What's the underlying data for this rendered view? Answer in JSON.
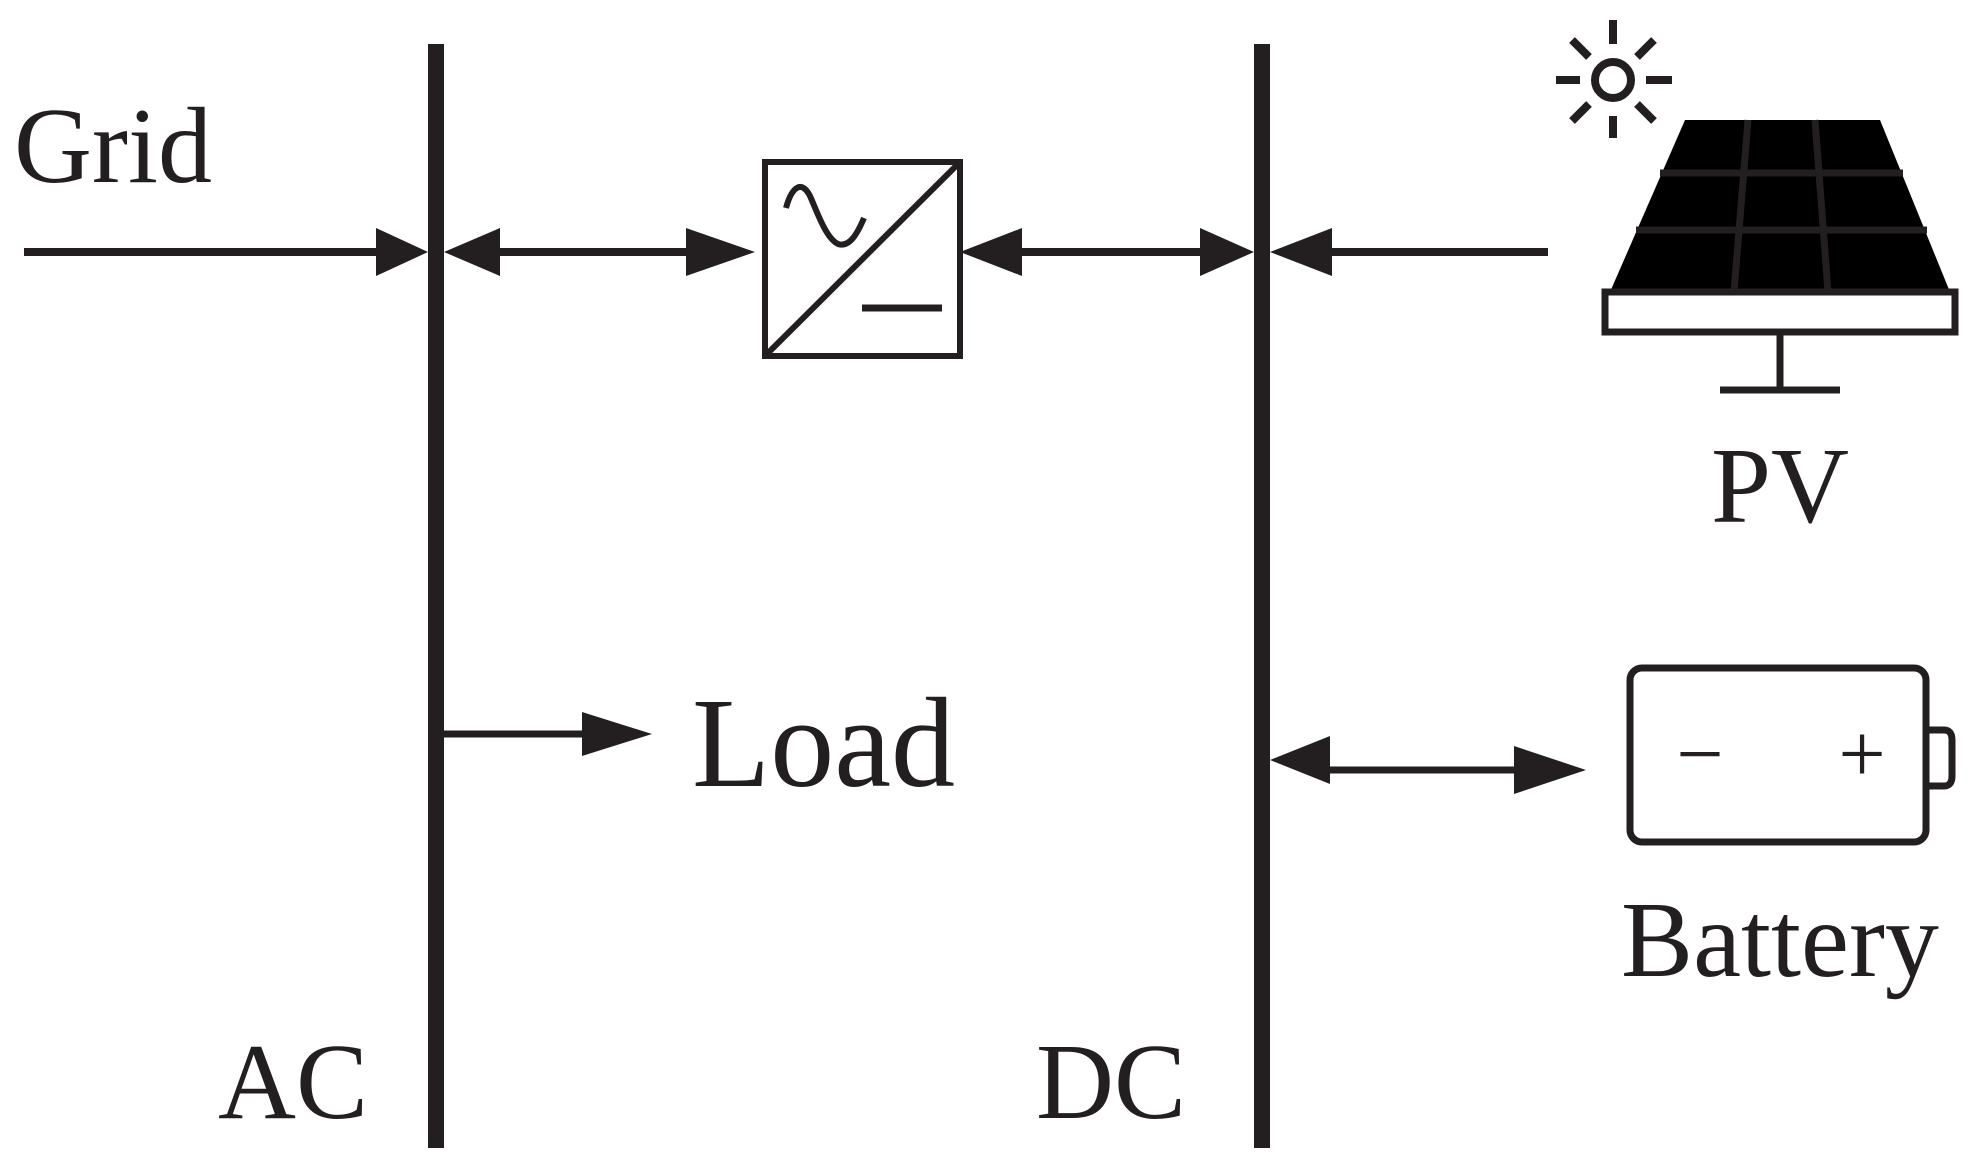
{
  "labels": {
    "grid": "Grid",
    "load": "Load",
    "pv": "PV",
    "battery": "Battery",
    "ac_bus": "AC",
    "dc_bus": "DC"
  },
  "battery_terminals": {
    "negative": "−",
    "positive": "+"
  },
  "icons": [
    "sun-icon",
    "solar-panel-icon",
    "battery-icon",
    "ac-dc-converter-icon"
  ],
  "colors": {
    "ink": "#231f20",
    "background": "#ffffff"
  }
}
